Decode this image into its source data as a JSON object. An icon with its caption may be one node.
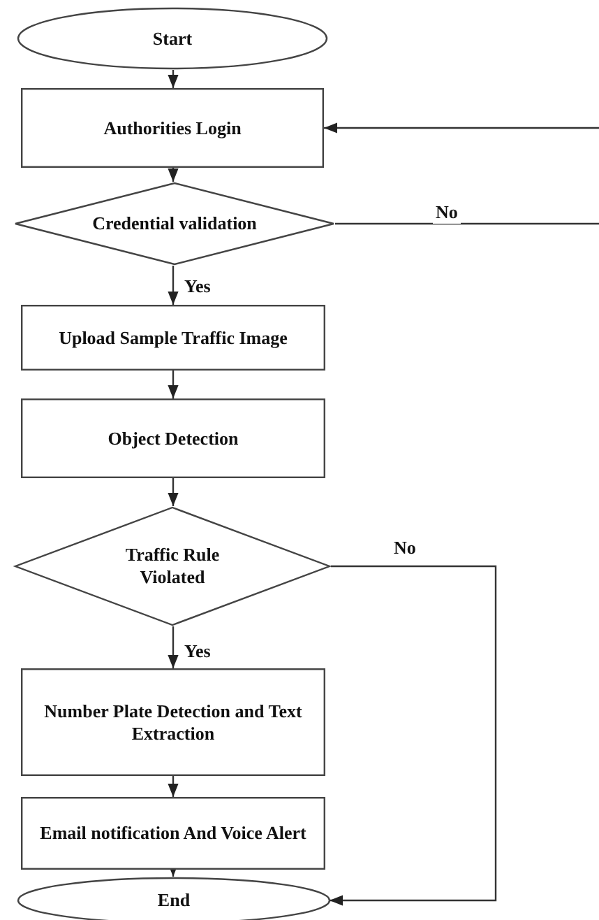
{
  "diagram": {
    "nodes": [
      {
        "text": [
          "Start"
        ]
      },
      {
        "text": [
          "Authorities Login"
        ]
      },
      {
        "text": [
          "Credential validation"
        ]
      },
      {
        "text": [
          "Upload Sample Traffic Image"
        ]
      },
      {
        "text": [
          "Object Detection"
        ]
      },
      {
        "text": [
          "Traffic Rule Violated"
        ]
      },
      {
        "text": [
          "Number Plate Detection and Text Extraction"
        ]
      },
      {
        "text": [
          "Email notification And Voice Alert"
        ]
      },
      {
        "text": [
          "End"
        ]
      }
    ],
    "edges": [
      {
        "from": 0,
        "to": 1,
        "arrow": "to"
      },
      {
        "from": 1,
        "to": 2,
        "arrow": "to"
      },
      {
        "from": 2,
        "to": 3,
        "arrow": "to",
        "label": "Yes"
      },
      {
        "from": 3,
        "to": 4,
        "arrow": "to"
      },
      {
        "from": 4,
        "to": 5,
        "arrow": "to"
      },
      {
        "from": 5,
        "to": 6,
        "arrow": "to",
        "label": "Yes"
      },
      {
        "from": 6,
        "to": 7,
        "arrow": "to"
      },
      {
        "from": 7,
        "to": 8,
        "arrow": "to"
      },
      {
        "from": 5,
        "to": 8,
        "arrow": "to",
        "label": "No"
      },
      {
        "from": 2,
        "to": 1,
        "arrow": "to",
        "label": "No"
      }
    ]
  }
}
